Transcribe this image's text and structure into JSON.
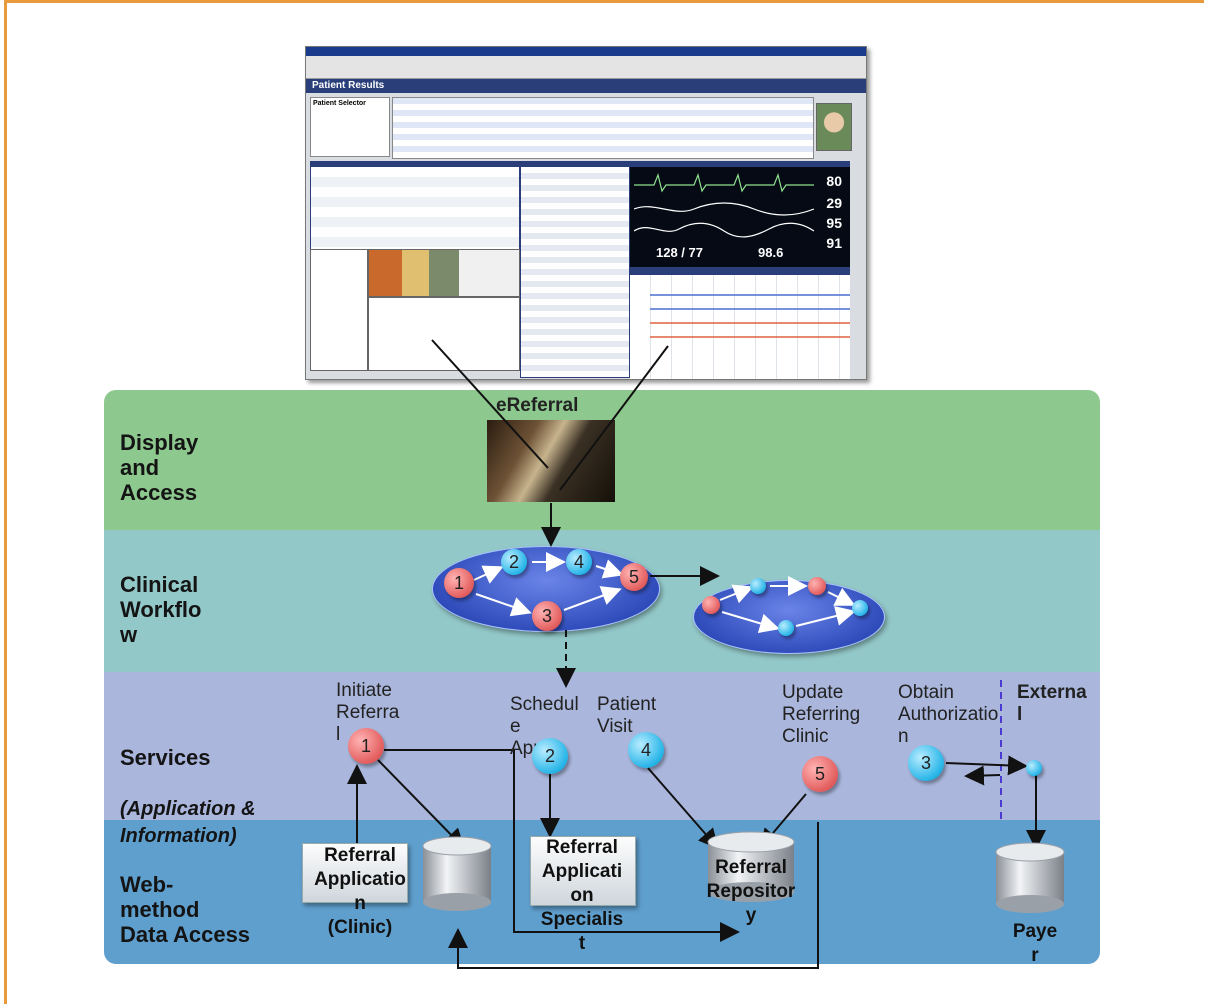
{
  "layers": {
    "display": "Display\nand\nAccess",
    "workflow": "Clinical\nWorkflo\nw",
    "services_title": "Services",
    "services_sub": "(Application &\n Information)",
    "web": "Web-\nmethod\nData Access"
  },
  "screenshot": {
    "title": "Patient Results",
    "section": "Patient Selector",
    "vitals": [
      "80",
      "29",
      "95",
      "91"
    ],
    "bp": "128 / 77",
    "temp": "98.6"
  },
  "ereferral": "eReferral",
  "workflow_steps": [
    "1",
    "2",
    "4",
    "5",
    "3"
  ],
  "services": {
    "initiate": "Initiate\nReferra\nl",
    "schedule": "Schedul\ne\nAppt",
    "visit": "Patient\nVisit",
    "update": "Update\nReferring\nClinic",
    "obtain": "Obtain\nAuthorizatio\nn",
    "external": "Externa\nl",
    "steps": {
      "initiate": "1",
      "schedule": "2",
      "visit": "4",
      "update": "5",
      "obtain": "3"
    }
  },
  "data_access": {
    "clinic_app": "Referral\nApplicatio\nn\n(Clinic)",
    "specialist_app": "Referral\nApplicati\non\nSpecialis\nt",
    "repository": "Referral\nRepositor\ny",
    "payer": "Paye\nr"
  },
  "colors": {
    "display_band": "#8dc88e",
    "workflow_band": "#93c8c8",
    "services_band": "#aab6dc",
    "web_band": "#5f9fce",
    "accent_border": "#e89a3c",
    "step_red": "#e35d5d",
    "step_blue": "#27b5e8"
  }
}
